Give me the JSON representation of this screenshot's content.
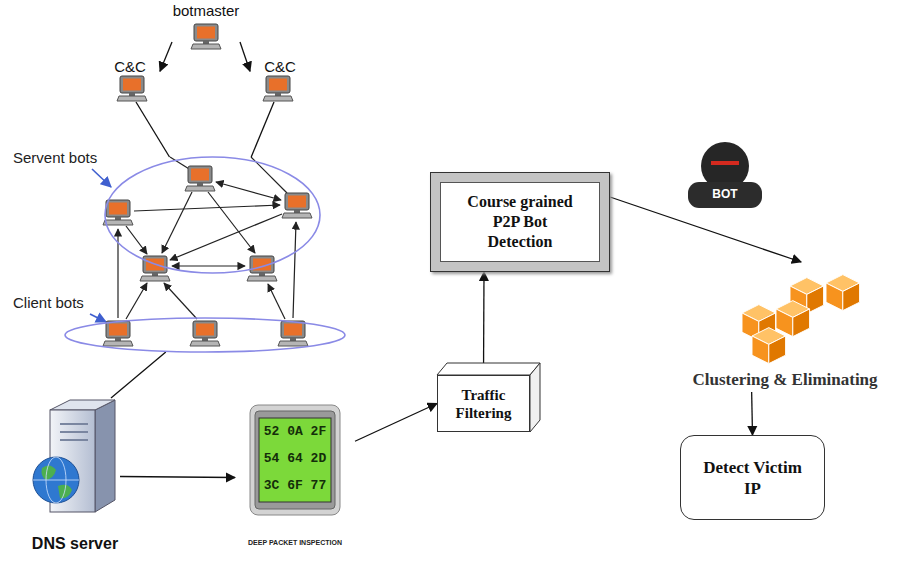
{
  "diagram": {
    "nodes": [
      {
        "text": [
          "botmaster"
        ]
      },
      {
        "text": [
          "C&C"
        ]
      },
      {
        "text": [
          "C&C"
        ]
      },
      {
        "text": [
          "Servent bots"
        ]
      },
      {
        "text": [
          "Client bots"
        ]
      },
      {
        "text": [
          "DNS server"
        ]
      },
      {
        "text": [
          "DEEP PACKET INSPECTION"
        ]
      },
      {
        "text": [
          "Traffic Filtering"
        ]
      },
      {
        "text": [
          "Course grained P2P Bot Detection"
        ]
      },
      {
        "text": [
          "Clustering & Eliminating"
        ]
      },
      {
        "text": [
          "Detect Victim IP"
        ]
      }
    ],
    "edges": [
      {
        "from": 0,
        "to": 1,
        "arrow": "to"
      },
      {
        "from": 0,
        "to": 2,
        "arrow": "to"
      },
      {
        "from": 1,
        "to": 3,
        "arrow": "none"
      },
      {
        "from": 2,
        "to": 3,
        "arrow": "none"
      },
      {
        "from": 4,
        "to": 5,
        "arrow": "none"
      },
      {
        "from": 5,
        "to": 6,
        "arrow": "to"
      },
      {
        "from": 6,
        "to": 7,
        "arrow": "to"
      },
      {
        "from": 7,
        "to": 8,
        "arrow": "to"
      },
      {
        "from": 8,
        "to": 9,
        "arrow": "to"
      },
      {
        "from": 9,
        "to": 10,
        "arrow": "to"
      }
    ],
    "labels": [
      "52 0A 2F",
      "54 64 2D",
      "3C 6F 77",
      "BOT"
    ]
  }
}
